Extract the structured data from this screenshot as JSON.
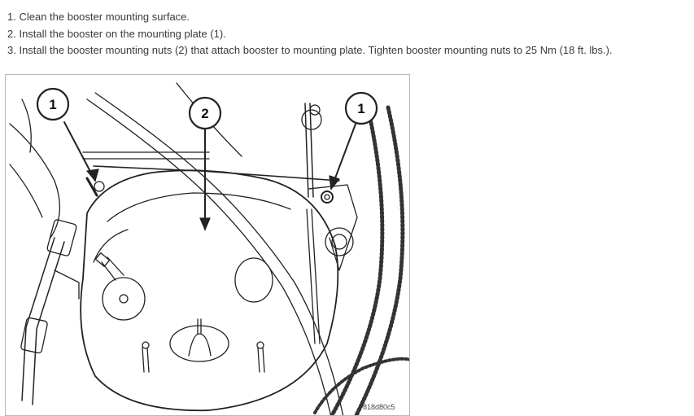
{
  "instructions": {
    "steps": [
      "1. Clean the booster mounting surface.",
      "2. Install the booster on the mounting plate (1).",
      "3. Install the booster mounting nuts (2) that attach booster to mounting plate. Tighten booster mounting nuts to 25 Nm (18 ft. lbs.)."
    ]
  },
  "figure": {
    "callouts": [
      "1",
      "2",
      "1"
    ],
    "figure_id": "818d80c5"
  }
}
